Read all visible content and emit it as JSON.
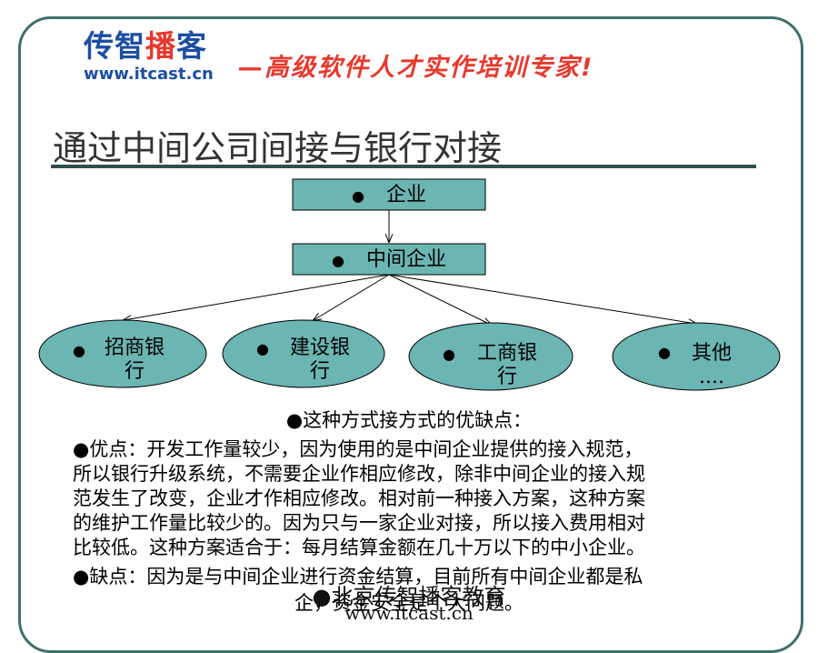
{
  "header": {
    "logo_part1": "传智",
    "logo_part2": "播",
    "logo_part3": "客",
    "logo_url": "www.itcast.cn",
    "slogan": "—高级软件人才实作培训专家!"
  },
  "title": "通过中间公司间接与银行对接",
  "diagram": {
    "top": "企业",
    "middle": "中间企业",
    "banks": [
      {
        "line1": "招商银",
        "line2": "行"
      },
      {
        "line1": "建设银",
        "line2": "行"
      },
      {
        "line1": "工商银",
        "line2": "行"
      },
      {
        "line1": "其他",
        "line2": "...."
      }
    ]
  },
  "body": {
    "heading": "●这种方式接方式的优缺点：",
    "pros": [
      "●优点：开发工作量较少，因为使用的是中间企业提供的接入规范，",
      "所以银行升级系统，不需要企业作相应修改，除非中间企业的接入规",
      "范发生了改变，企业才作相应修改。相对前一种接入方案，这种方案",
      "的维护工作量比较少的。因为只与一家企业对接，所以接入费用相对",
      "比较低。这种方案适合于：每月结算金额在几十万以下的中小企业。"
    ],
    "cons_line1": "●缺点：因为是与中间企业进行资金结算，目前所有中间企业都是私",
    "cons_line2": "企，资金安全是个大问题。",
    "footer_overlap": "●北京传智播客教育",
    "footer_url": "www.itcast.cn"
  },
  "colors": {
    "frame": "#3f6f6c",
    "box_fill": "#6bb5b3",
    "logo_blue": "#1c4fa3",
    "logo_red": "#e8382c"
  }
}
